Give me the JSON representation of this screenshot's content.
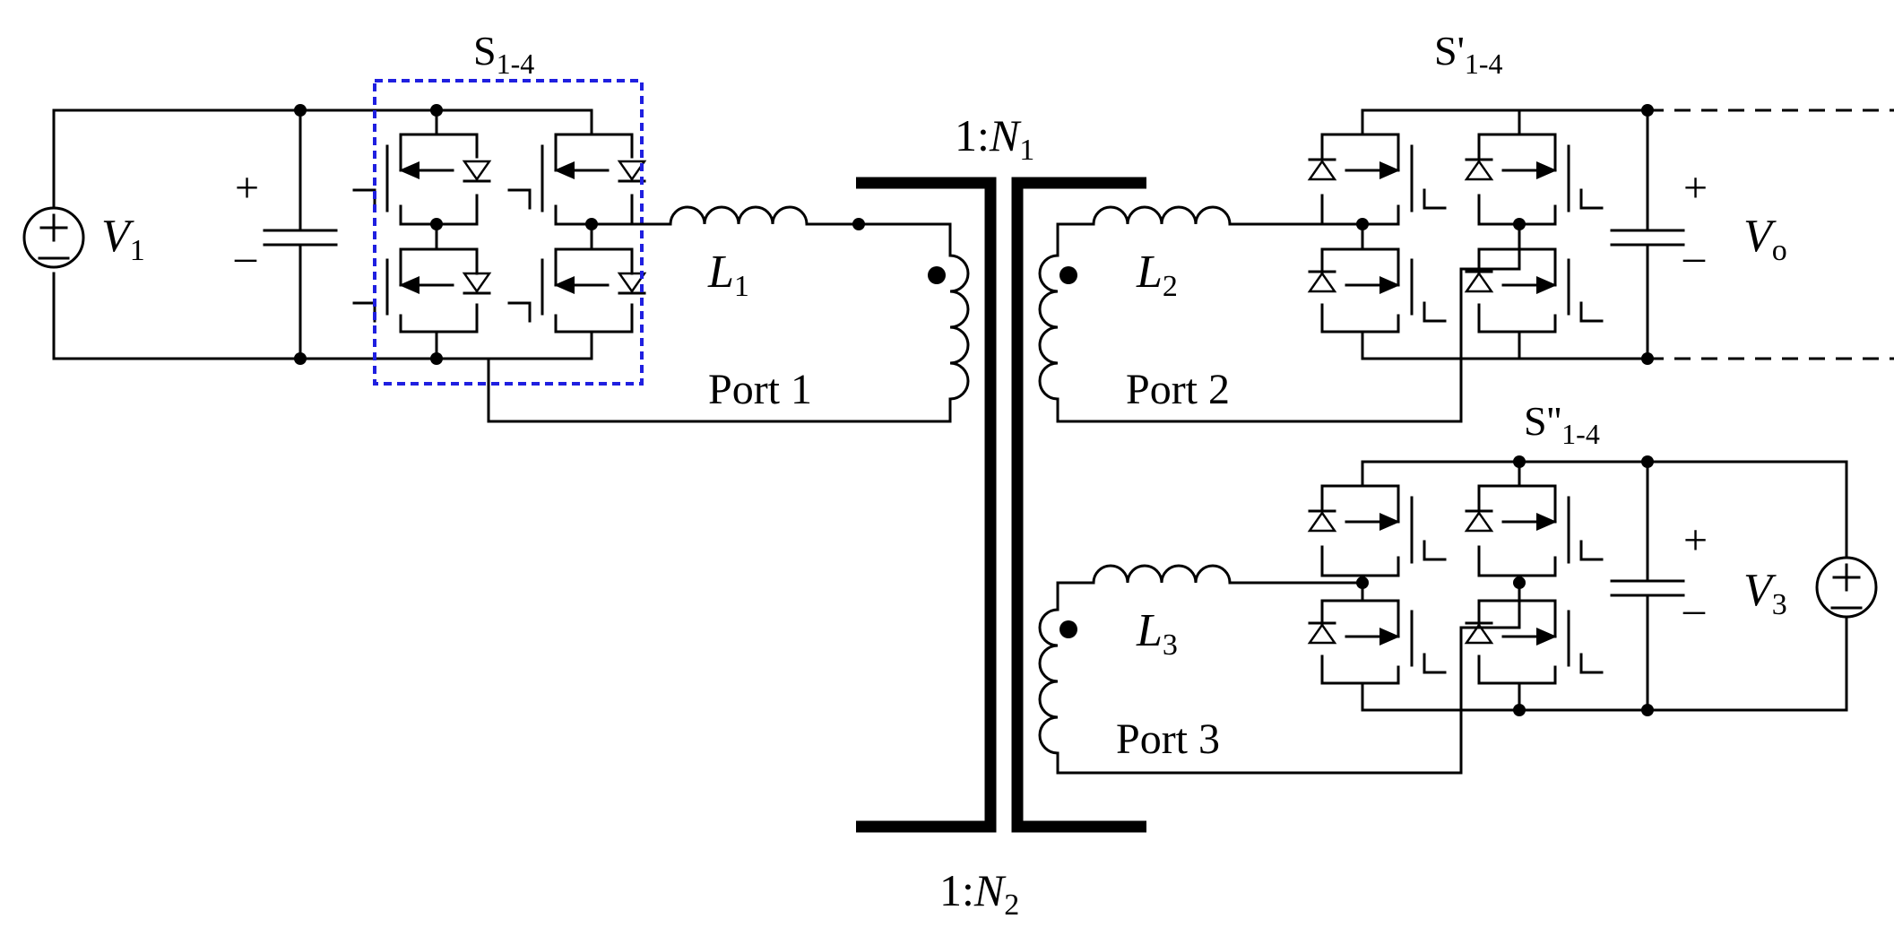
{
  "labels": {
    "v1_var": "V",
    "v1_sub": "1",
    "s1_main": "S",
    "s1_sub": "1-4",
    "l1_var": "L",
    "l1_sub": "1",
    "port1": "Port 1",
    "ratio_top_prefix": "1:",
    "ratio_top_var": "N",
    "ratio_top_sub": "1",
    "ratio_bottom_prefix": "1:",
    "ratio_bottom_var": "N",
    "ratio_bottom_sub": "2",
    "l2_var": "L",
    "l2_sub": "2",
    "port2": "Port 2",
    "s2_main": "S'",
    "s2_sub": "1-4",
    "vo_var": "V",
    "vo_sub": "o",
    "l3_var": "L",
    "l3_sub": "3",
    "port3": "Port 3",
    "s3_main": "S''",
    "s3_sub": "1-4",
    "v3_var": "V",
    "v3_sub": "3",
    "plus": "+",
    "minus": "–"
  },
  "colors": {
    "wire": "#000000",
    "highlight_box": "#1f1fe0",
    "background": "#ffffff"
  }
}
